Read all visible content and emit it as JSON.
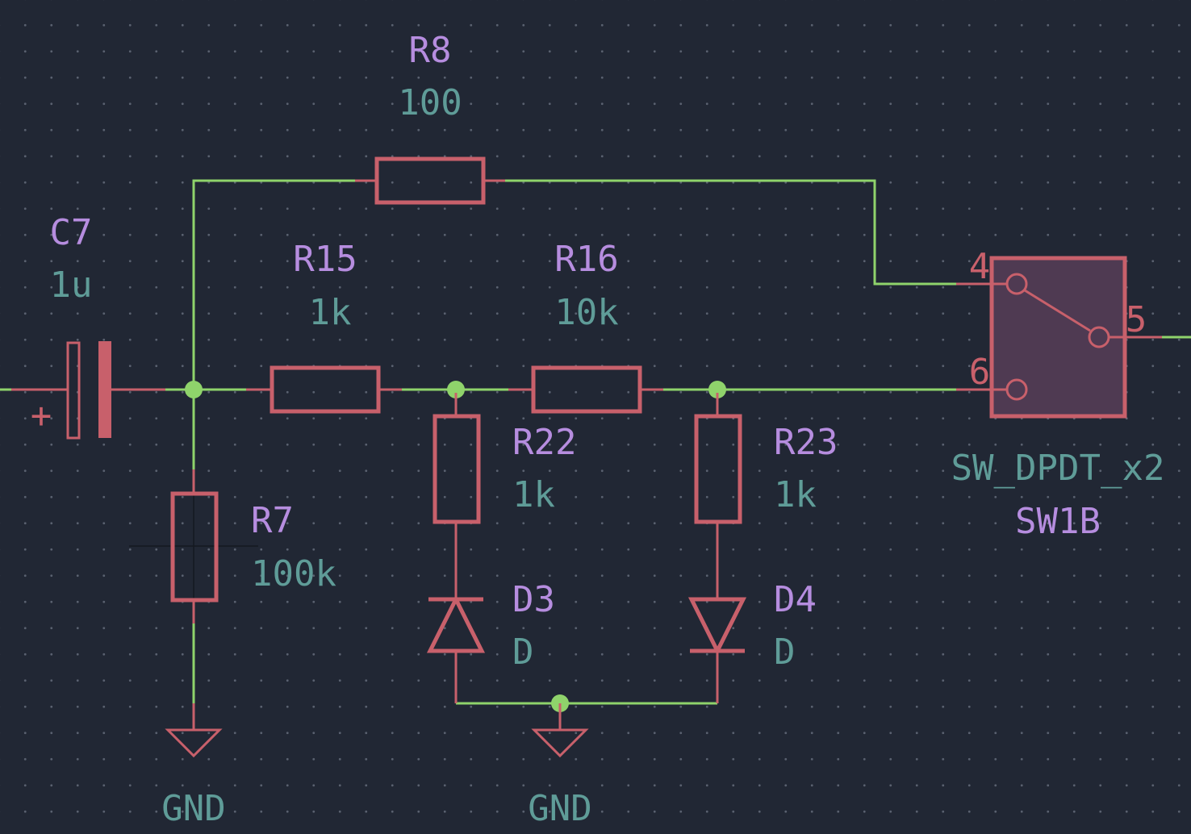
{
  "components": {
    "r8": {
      "ref": "R8",
      "value": "100"
    },
    "c7": {
      "ref": "C7",
      "value": "1u",
      "polarity_mark": "+"
    },
    "r15": {
      "ref": "R15",
      "value": "1k"
    },
    "r16": {
      "ref": "R16",
      "value": "10k"
    },
    "r22": {
      "ref": "R22",
      "value": "1k"
    },
    "r23": {
      "ref": "R23",
      "value": "1k"
    },
    "r7": {
      "ref": "R7",
      "value": "100k"
    },
    "d3": {
      "ref": "D3",
      "value": "D"
    },
    "d4": {
      "ref": "D4",
      "value": "D"
    },
    "sw1b": {
      "ref": "SW1B",
      "value": "SW_DPDT_x2",
      "pins": {
        "p4": "4",
        "p5": "5",
        "p6": "6"
      }
    }
  },
  "power": {
    "gnd_left": {
      "label": "GND"
    },
    "gnd_right": {
      "label": "GND"
    }
  },
  "colors": {
    "background": "#212734",
    "wire": "#8fd36b",
    "component": "#c8606b",
    "reference": "#b68ddf",
    "value": "#5f9c98",
    "switch_fill": "#4f3a52"
  }
}
